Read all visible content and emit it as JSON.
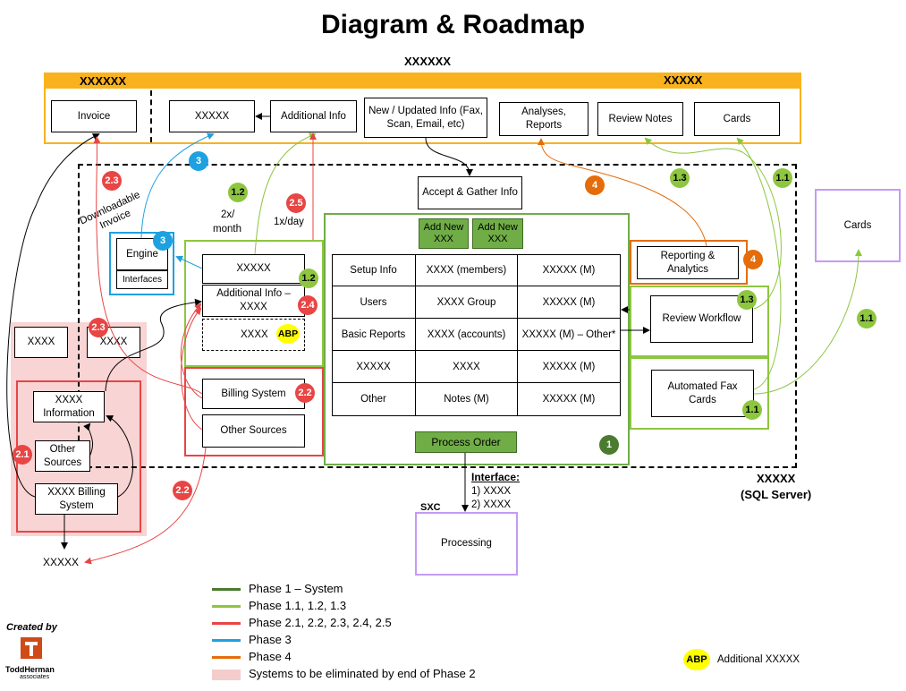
{
  "title": "Diagram & Roadmap",
  "top_banner": {
    "center_label": "XXXXXX",
    "left_label": "XXXXXX",
    "right_label": "XXXXX",
    "invoice": "Invoice",
    "xxxxx": "XXXXX",
    "additional_info": "Additional Info",
    "new_updated_info": "New / Updated Info (Fax, Scan, Email, etc)",
    "analyses_reports": "Analyses, Reports",
    "review_notes": "Review Notes",
    "cards": "Cards"
  },
  "core": {
    "accept_gather": "Accept & Gather Info",
    "add_new_1": "Add New XXX",
    "add_new_2": "Add New XXX",
    "process_order": "Process Order",
    "table": [
      [
        "Setup Info",
        "XXXX (members)",
        "XXXXX (M)"
      ],
      [
        "Users",
        "XXXX Group",
        "XXXXX (M)"
      ],
      [
        "Basic Reports",
        "XXXX (accounts)",
        "XXXXX (M) – Other*"
      ],
      [
        "XXXXX",
        "XXXX",
        "XXXXX (M)"
      ],
      [
        "Other",
        "Notes (M)",
        "XXXXX (M)"
      ]
    ]
  },
  "right_side": {
    "reporting": "Reporting & Analytics",
    "review_workflow": "Review Workflow",
    "automated_fax": "Automated Fax Cards",
    "cards_external": "Cards",
    "sql_label_1": "XXXXX",
    "sql_label_2": "(SQL Server)"
  },
  "left_side": {
    "downloadable_invoice": "Downloadable Invoice",
    "engine": "Engine",
    "interfaces": "Interfaces",
    "freq_2x": "2x/",
    "freq_month": "month",
    "freq_1x": "1x/day",
    "mid_xxxxx": "XXXXX",
    "mid_additional": "Additional Info – XXXX",
    "mid_xxxx_abp": "XXXX",
    "billing_system": "Billing System",
    "other_sources_mid": "Other Sources",
    "xxxx_small": "XXXX",
    "xxxx_small_2": "XXXX",
    "xxxx_information": "XXXX Information",
    "other_sources_left": "Other Sources",
    "billing_left": "XXXX Billing System",
    "xxxxx_bottom": "XXXXX"
  },
  "bottom": {
    "interface_label": "Interface:",
    "interface_1": "1) XXXX",
    "interface_2": "2) XXXX",
    "sxc": "SXC",
    "processing": "Processing"
  },
  "badges": {
    "b1": "1",
    "b11": "1.1",
    "b12": "1.2",
    "b13": "1.3",
    "b21": "2.1",
    "b22": "2.2",
    "b23": "2.3",
    "b24": "2.4",
    "b25": "2.5",
    "b3": "3",
    "b4": "4",
    "abp": "ABP"
  },
  "legend": [
    {
      "label": "Phase 1 – System",
      "color": "#4a7b2f"
    },
    {
      "label": "Phase 1.1, 1.2, 1.3",
      "color": "#8dc63f"
    },
    {
      "label": "Phase 2.1, 2.2, 2.3, 2.4, 2.5",
      "color": "#e84545"
    },
    {
      "label": "Phase 3",
      "color": "#1ea1e0"
    },
    {
      "label": "Phase 4",
      "color": "#e46c0a"
    },
    {
      "label": "Systems to be eliminated by end of Phase 2",
      "color": "#f4cccc"
    }
  ],
  "abp_legend": "Additional XXXXX",
  "created_by": "Created by",
  "logo_text": "ToddHerman",
  "logo_sub": "associates"
}
